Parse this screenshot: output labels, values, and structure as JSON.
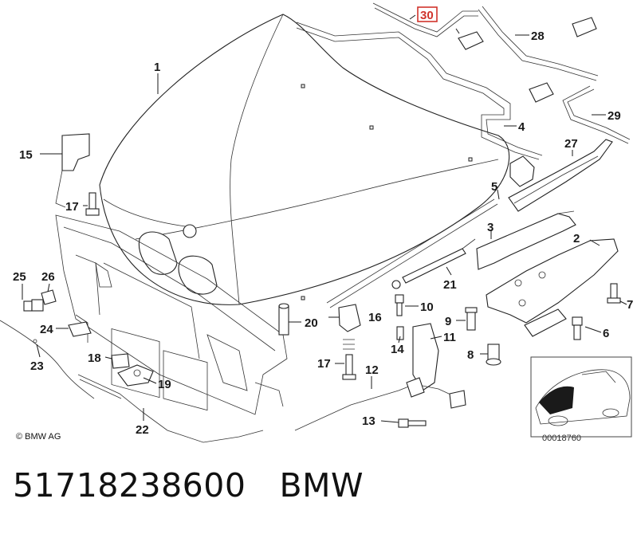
{
  "diagram": {
    "callouts": [
      "1",
      "2",
      "3",
      "4",
      "5",
      "6",
      "7",
      "8",
      "9",
      "10",
      "11",
      "12",
      "13",
      "14",
      "15",
      "16",
      "17",
      "18",
      "19",
      "20",
      "21",
      "22",
      "23",
      "24",
      "25",
      "26",
      "27",
      "28",
      "29",
      "30",
      "17"
    ],
    "highlighted_callout": "30",
    "highlight_color": "#d0342c",
    "copyright": "© BMW AG",
    "diagram_number": "00018760"
  },
  "footer": {
    "part_number": "51718238600",
    "brand": "BMW"
  }
}
